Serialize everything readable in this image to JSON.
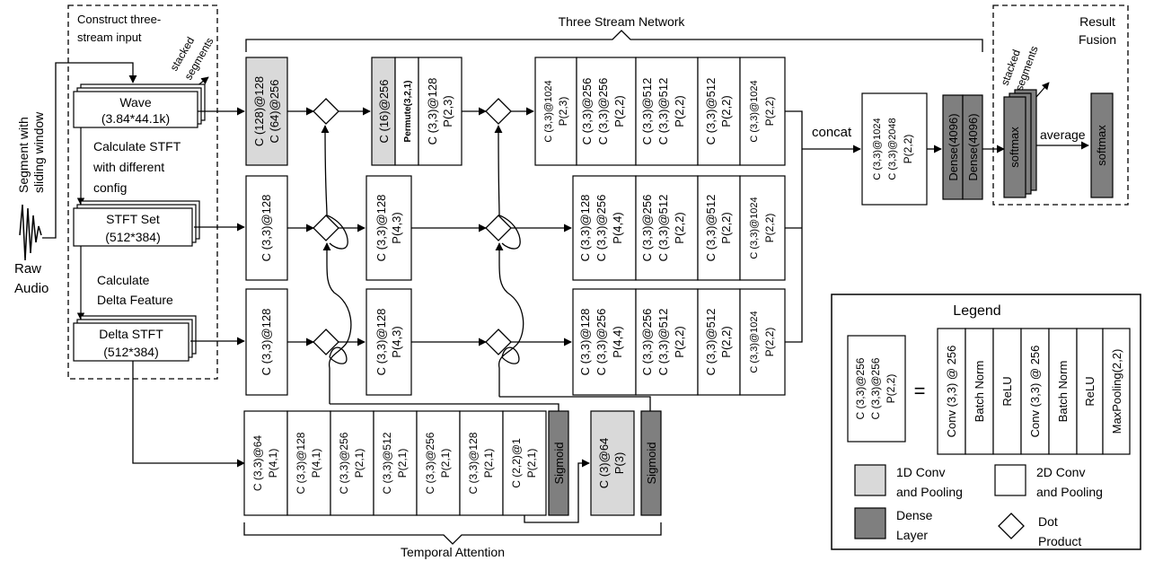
{
  "colors": {
    "light": "#d9d9d9",
    "dark": "#7f7f7f",
    "line": "#000000",
    "bg": "#ffffff"
  },
  "labels": {
    "segment": [
      "Segment with",
      "sliding window"
    ],
    "raw_audio": [
      "Raw",
      "Audio"
    ],
    "construct": [
      "Construct three-",
      "stream input"
    ],
    "stacked": [
      "stacked",
      "segments"
    ],
    "wave": [
      "Wave",
      "(3.84*44.1k)"
    ],
    "calc_stft": [
      "Calculate STFT",
      "with different",
      "config"
    ],
    "stft_set": [
      "STFT Set",
      "(512*384)"
    ],
    "calc_delta": [
      "Calculate",
      "Delta Feature"
    ],
    "delta_stft": [
      "Delta STFT",
      "(512*384)"
    ],
    "three_stream": "Three Stream Network",
    "temporal": "Temporal Attention",
    "concat": "concat",
    "average": "average",
    "result_fusion": [
      "Result",
      "Fusion"
    ]
  },
  "stream1": {
    "b1": [
      "C (128)@128",
      "C (64)@256"
    ],
    "b2": "C (16)@256",
    "b3": "Permute(3,2,1)",
    "b4": [
      "C (3,3)@128",
      "P(2,3)"
    ],
    "right": [
      [
        "C (3,3)@1024",
        "P(2,3)"
      ],
      [
        "C (3,3)@256",
        "C (3,3)@256",
        "P(2,2)"
      ],
      [
        "C (3,3)@512",
        "C (3,3)@512",
        "P(2,2)"
      ],
      [
        "C (3,3)@512",
        "P(2,2)"
      ],
      [
        "C (3,3)@1024",
        "P(2,2)"
      ]
    ]
  },
  "stream2": {
    "b1": "C (3,3)@128",
    "b2": [
      "C (3,3)@128",
      "P(4,3)"
    ],
    "right": [
      [
        "C (3,3)@128",
        "C (3,3)@256",
        "P(4,4)"
      ],
      [
        "C (3,3)@256",
        "C (3,3)@512",
        "P(2,2)"
      ],
      [
        "C (3,3)@512",
        "P(2,2)"
      ],
      [
        "C (3,3)@1024",
        "P(2,2)"
      ]
    ]
  },
  "stream3": {
    "b1": "C (3,3)@128",
    "b2": [
      "C (3,3)@128",
      "P(4,3)"
    ],
    "right": [
      [
        "C (3,3)@128",
        "C (3,3)@256",
        "P(4,4)"
      ],
      [
        "C (3,3)@256",
        "C (3,3)@512",
        "P(2,2)"
      ],
      [
        "C (3,3)@512",
        "P(2,2)"
      ],
      [
        "C (3,3)@1024",
        "P(2,2)"
      ]
    ]
  },
  "fusion": {
    "block": [
      "C (3,3)@1024",
      "C (3,3)@2048",
      "P(2,2)"
    ],
    "dense": [
      "Dense(4096)",
      "Dense(4096)"
    ],
    "softmax": "softmax"
  },
  "attention": {
    "cells": [
      [
        "C (3,3)@64",
        "P(4,1)"
      ],
      [
        "C (3,3)@128",
        "P(4,1)"
      ],
      [
        "C (3,3)@256",
        "P(2,1)"
      ],
      [
        "C (3,3)@512",
        "P(2,1)"
      ],
      [
        "C (3,3)@256",
        "P(2,1)"
      ],
      [
        "C (3,3)@128",
        "P(2,1)"
      ],
      [
        "C (2,2)@1",
        "P(2,1)"
      ]
    ],
    "sigmoid": "Sigmoid",
    "conv1d": [
      "C (3)@64",
      "P(3)"
    ]
  },
  "legend": {
    "title": "Legend",
    "example": [
      "C (3,3)@256",
      "C (3,3)@256",
      "P(2,2)"
    ],
    "equals": "=",
    "cols": [
      "Conv (3,3) @ 256",
      "Batch Norm",
      "ReLU",
      "Conv (3,3) @ 256",
      "Batch Norm",
      "ReLU",
      "MaxPooling(2,2)"
    ],
    "conv1d": [
      "1D Conv",
      "and Pooling"
    ],
    "conv2d": [
      "2D Conv",
      "and Pooling"
    ],
    "dense": [
      "Dense",
      "Layer"
    ],
    "dot": [
      "Dot",
      "Product"
    ]
  }
}
